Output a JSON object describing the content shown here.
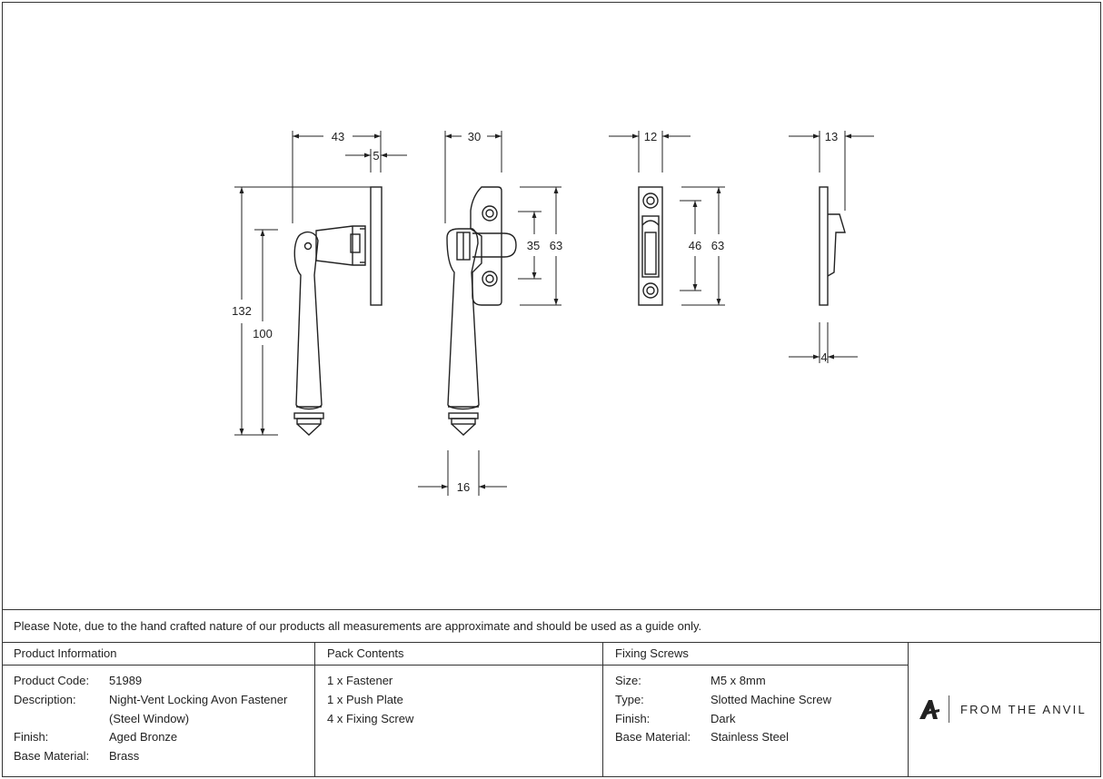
{
  "dimensions": {
    "d43": "43",
    "d5": "5",
    "d30": "30",
    "d12": "12",
    "d13": "13",
    "d132": "132",
    "d100": "100",
    "d35": "35",
    "d63a": "63",
    "d46": "46",
    "d63b": "63",
    "d16": "16",
    "d4": "4"
  },
  "note": "Please Note, due to the hand crafted nature of our products all measurements are approximate and should be used as a guide only.",
  "product_info": {
    "heading": "Product Information",
    "rows": [
      {
        "label": "Product Code:",
        "value": "51989"
      },
      {
        "label": "Description:",
        "value": "Night-Vent Locking Avon Fastener",
        "value2": "(Steel Window)"
      },
      {
        "label": "Finish:",
        "value": "Aged Bronze"
      },
      {
        "label": "Base Material:",
        "value": "Brass"
      }
    ]
  },
  "pack_contents": {
    "heading": "Pack Contents",
    "items": [
      "1 x Fastener",
      "1 x Push Plate",
      "4 x Fixing Screw"
    ]
  },
  "fixing_screws": {
    "heading": "Fixing Screws",
    "rows": [
      {
        "label": "Size:",
        "value": "M5 x 8mm"
      },
      {
        "label": "Type:",
        "value": "Slotted Machine Screw"
      },
      {
        "label": "Finish:",
        "value": "Dark"
      },
      {
        "label": "Base Material:",
        "value": "Stainless Steel"
      }
    ]
  },
  "brand": {
    "name": "FROM THE ANVIL",
    "logo": "anvil-a-logo-icon"
  },
  "colors": {
    "line": "#222222",
    "frame": "#333333"
  }
}
